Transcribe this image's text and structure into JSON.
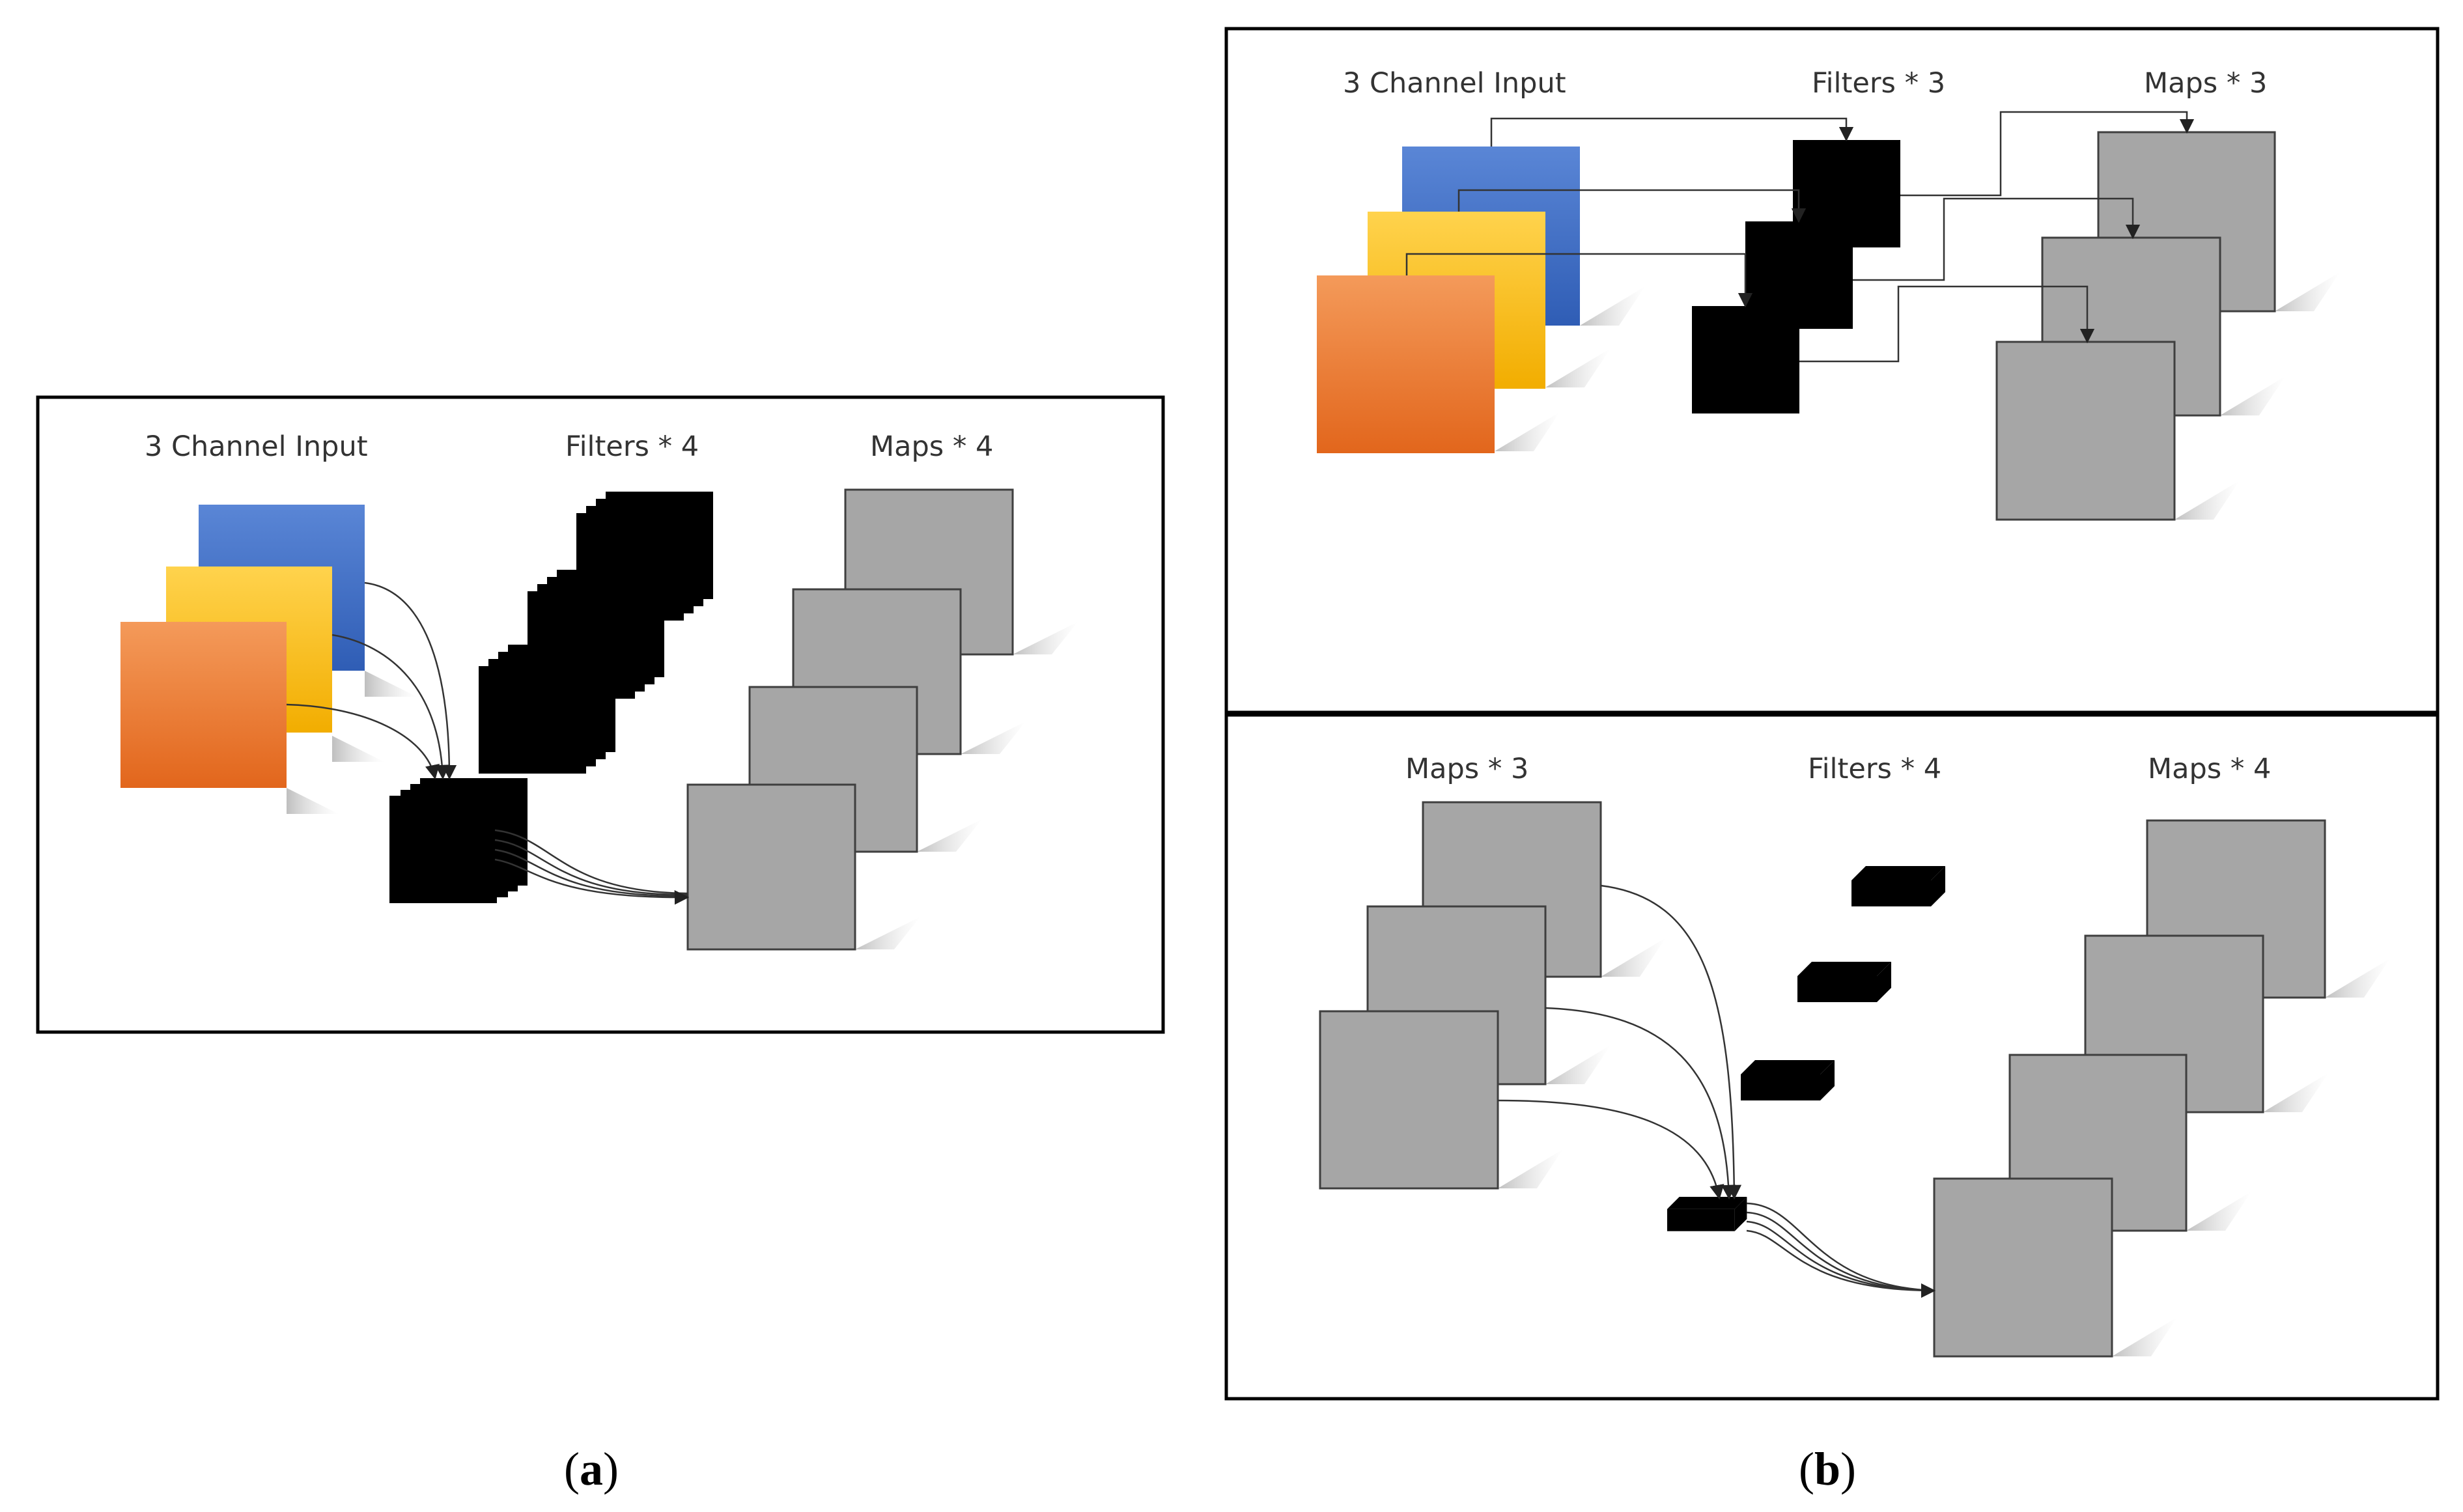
{
  "panel_a": {
    "input_label": "3 Channel Input",
    "filters_label": "Filters * 4",
    "maps_label": "Maps * 4",
    "caption_letter": "a",
    "colors": {
      "blue": "#4472c4",
      "yellow": "#ffc000",
      "orange": "#ed7d31",
      "map": "#a6a6a6"
    }
  },
  "panel_b_top": {
    "input_label": "3 Channel Input",
    "filters_label": "Filters * 3",
    "maps_label": "Maps * 3"
  },
  "panel_b_bottom": {
    "input_label": "Maps * 3",
    "filters_label": "Filters * 4",
    "maps_label": "Maps * 4"
  },
  "panel_b": {
    "caption_letter": "b"
  }
}
